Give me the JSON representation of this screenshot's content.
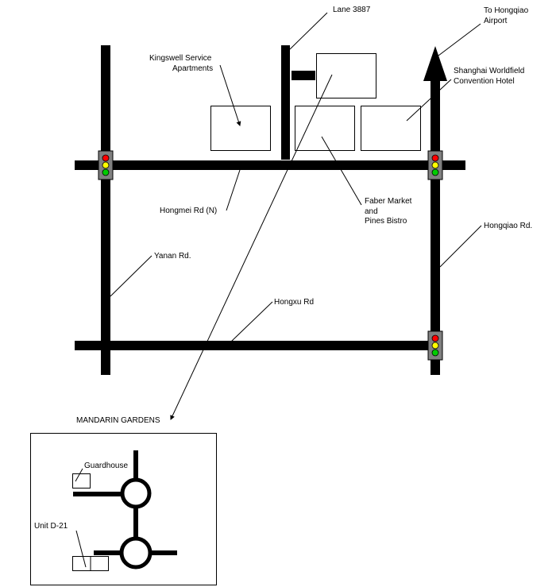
{
  "labels": {
    "lane": "Lane 3887",
    "airport_line1": "To Hongqiao",
    "airport_line2": "Airport",
    "kingswell_line1": "Kingswell Service",
    "kingswell_line2": "Apartments",
    "shanghai_line1": "Shanghai Worldfield",
    "shanghai_line2": "Convention Hotel",
    "hongmei": "Hongmei Rd (N)",
    "faber_line1": "Faber Market",
    "faber_line2": "and",
    "faber_line3": "Pines Bistro",
    "hongqiao_rd": "Hongqiao Rd.",
    "yanan": "Yanan Rd.",
    "hongxu": "Hongxu Rd",
    "mandarin": "MANDARIN GARDENS",
    "guardhouse": "Guardhouse",
    "unit": "Unit D-21"
  },
  "colors": {
    "road": "#000000",
    "light_red": "#ff0000",
    "light_yellow": "#ffff00",
    "light_green": "#00cc00",
    "light_box": "#808080"
  }
}
